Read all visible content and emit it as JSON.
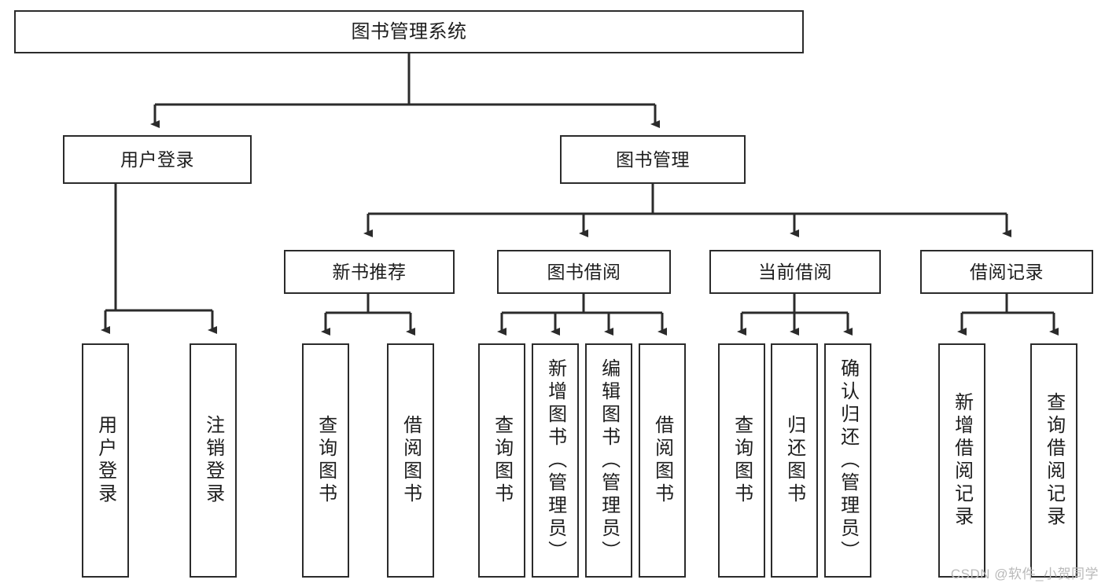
{
  "diagram": {
    "type": "tree",
    "title": "图书管理系统",
    "watermark": "CSDN @软件_小贺同学",
    "levels": {
      "root": {
        "label": "图书管理系统"
      },
      "level2": [
        {
          "label": "用户登录"
        },
        {
          "label": "图书管理"
        }
      ],
      "level3": [
        {
          "label": "新书推荐"
        },
        {
          "label": "图书借阅"
        },
        {
          "label": "当前借阅"
        },
        {
          "label": "借阅记录"
        }
      ],
      "leaves": {
        "user_login": [
          {
            "label": "用户登录"
          },
          {
            "label": "注销登录"
          }
        ],
        "new_book_recommend": [
          {
            "label": "查询图书"
          },
          {
            "label": "借阅图书"
          }
        ],
        "book_borrow": [
          {
            "label": "查询图书"
          },
          {
            "label": "新增图书（管理员）"
          },
          {
            "label": "编辑图书（管理员）"
          },
          {
            "label": "借阅图书"
          }
        ],
        "current_borrow": [
          {
            "label": "查询图书"
          },
          {
            "label": "归还图书"
          },
          {
            "label": "确认归还（管理员）"
          }
        ],
        "borrow_record": [
          {
            "label": "新增借阅记录"
          },
          {
            "label": "查询借阅记录"
          }
        ]
      }
    },
    "colors": {
      "stroke": "#2b2b2b",
      "background": "#ffffff",
      "text": "#1d1d1d",
      "watermark": "#b9b9b9"
    }
  }
}
